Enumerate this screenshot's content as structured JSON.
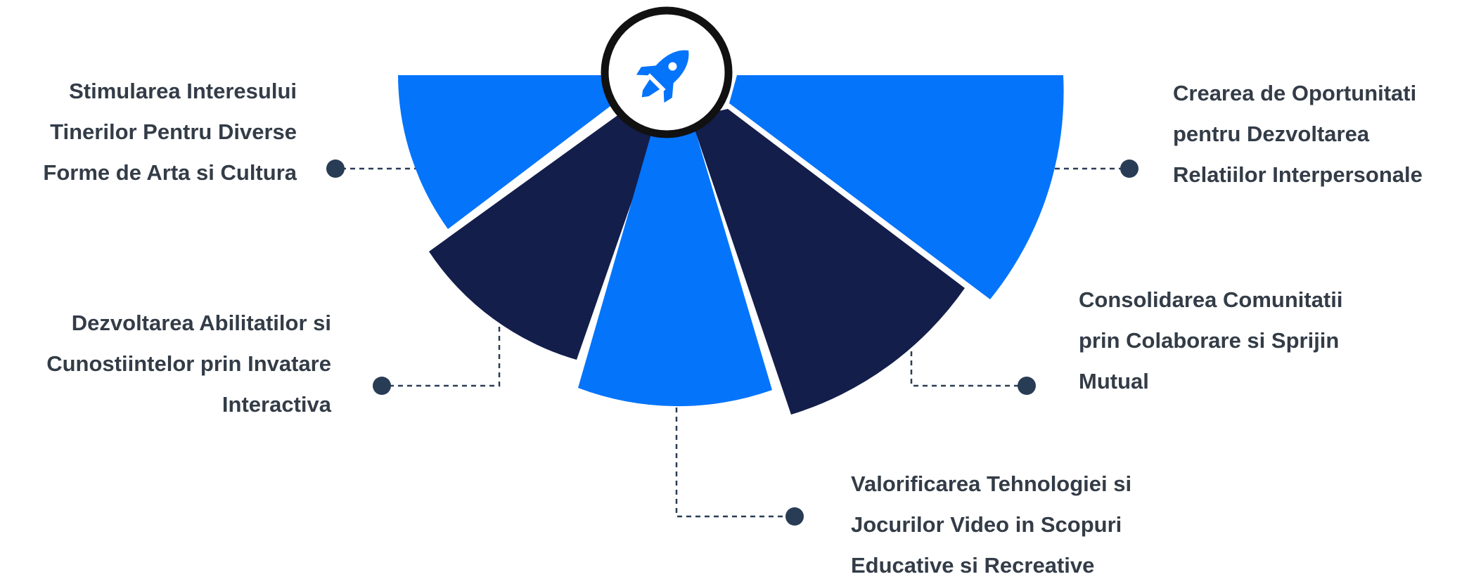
{
  "colors": {
    "accent_blue": "#0474fb",
    "dark_navy": "#131e4b",
    "label_text": "#333c47",
    "connector": "#293c55",
    "icon_ring": "#111111",
    "icon_fill": "#0474fb"
  },
  "center_icon": {
    "name": "rocket-icon"
  },
  "segments": [
    {
      "id": "seg-1",
      "color": "accent_blue"
    },
    {
      "id": "seg-2",
      "color": "dark_navy"
    },
    {
      "id": "seg-3",
      "color": "accent_blue"
    },
    {
      "id": "seg-4",
      "color": "dark_navy"
    },
    {
      "id": "seg-5",
      "color": "accent_blue"
    }
  ],
  "labels": {
    "top_left": {
      "lines": [
        "Stimularea Interesului",
        "Tinerilor Pentru Diverse",
        "Forme de Arta si Cultura"
      ]
    },
    "middle_left": {
      "lines": [
        "Dezvoltarea Abilitatilor si",
        "Cunostiintelor prin Invatare",
        "Interactiva"
      ]
    },
    "top_right": {
      "lines": [
        "Crearea de Oportunitati",
        "pentru Dezvoltarea",
        "Relatiilor Interpersonale"
      ]
    },
    "middle_right": {
      "lines": [
        "Consolidarea Comunitatii",
        "prin Colaborare si Sprijin",
        "Mutual"
      ]
    },
    "bottom": {
      "lines": [
        "Valorificarea Tehnologiei si",
        "Jocurilor Video in Scopuri",
        "Educative si Recreative"
      ]
    }
  }
}
